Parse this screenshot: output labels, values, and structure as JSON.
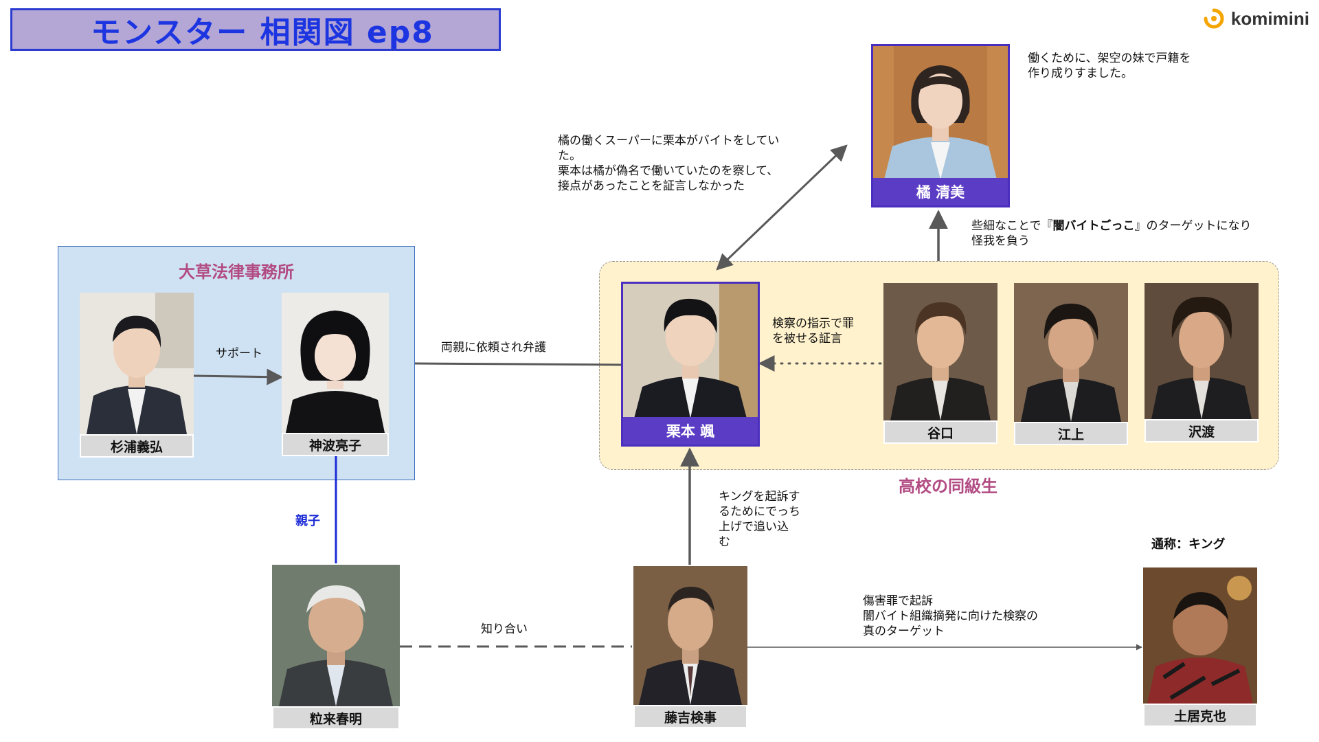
{
  "title": "モンスター 相関図 ep8",
  "logo": {
    "text": "komimini",
    "icon": "komimini-logo-icon"
  },
  "groups": {
    "law_firm": "大草法律事務所",
    "classmates": "高校の同級生"
  },
  "people": {
    "sugiura": "杉浦義弘",
    "kamba": "神波亮子",
    "kurimoto": "栗本 颯",
    "taniguchi": "谷口",
    "egami": "江上",
    "sawatari": "沢渡",
    "tachibana": "橘 清美",
    "tsubura": "粒来春明",
    "fujiyoshi": "藤吉検事",
    "doi": "土居克也"
  },
  "relations": {
    "support": "サポート",
    "defend": "両親に依頼され弁護",
    "parent_child": "親子",
    "acquaintance": "知り合い",
    "false_testimony": [
      "検察の指示で罪",
      "を被せる証言"
    ],
    "frameup": [
      "キングを起訴す",
      "るためにでっち",
      "上げで追い込",
      "む"
    ],
    "indict": [
      "傷害罪で起訴",
      "闇バイト組織摘発に向けた検察の",
      "真のターゲット"
    ],
    "tachibana_note": [
      "働くために、架空の妹で戸籍を",
      "作り成りすました。"
    ],
    "kurimoto_tachibana": [
      "橘の働くスーパーに栗本がバイトをしてい",
      "た。",
      "栗本は橘が偽名で働いていたのを察して、",
      "接点があったことを証言しなかった"
    ],
    "target_prefix": "些細なことで『",
    "target_bold": "闇バイトごっこ",
    "target_suffix": "』のターゲットになり",
    "target_line2": "怪我を負う",
    "king_alias": "通称：キング"
  },
  "colors": {
    "title_bg": "#b4a7d6",
    "title_text": "#1c35e0",
    "law_group_bg": "#cfe2f3",
    "class_group_bg": "#fff2cc",
    "group_label": "#b24b83",
    "purple_frame": "#4a2fbf",
    "parent_line": "#1b2ad6",
    "arrow_gray": "#595959"
  }
}
